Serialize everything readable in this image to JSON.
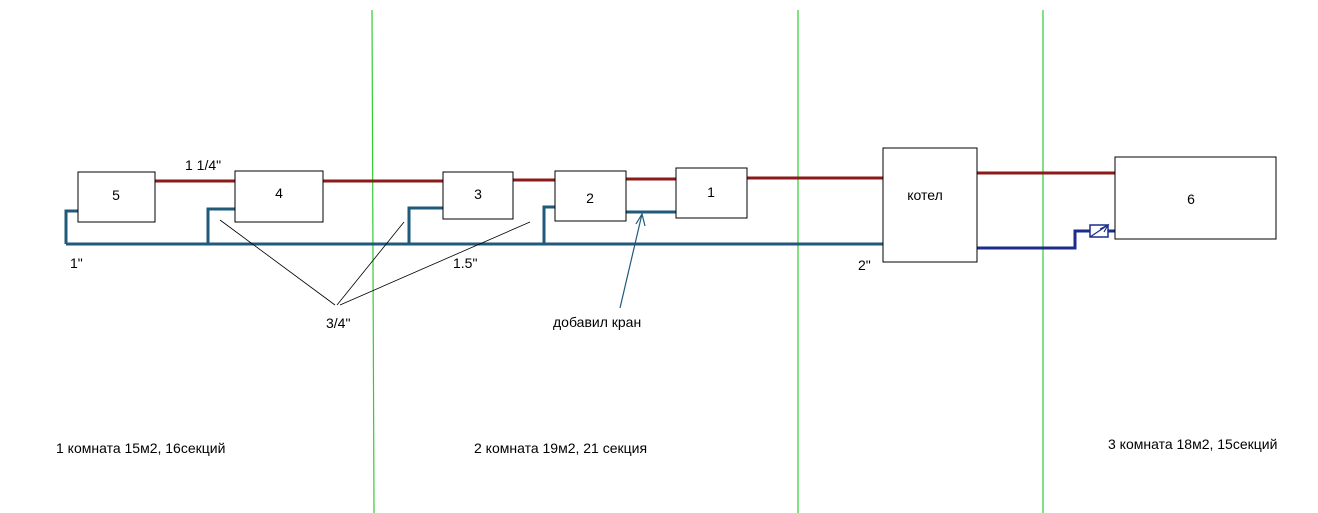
{
  "colors": {
    "supply_pipe": "#8b1a1a",
    "return_pipe": "#1f5a7a",
    "return_pipe_right": "#1c2e8a",
    "room_divider": "#33cc33",
    "box_border": "#000000",
    "leader_line": "#000000",
    "valve_arrow": "#1f5a7a"
  },
  "radiators": [
    {
      "id": "r5",
      "label": "5"
    },
    {
      "id": "r4",
      "label": "4"
    },
    {
      "id": "r3",
      "label": "3"
    },
    {
      "id": "r2",
      "label": "2"
    },
    {
      "id": "r1",
      "label": "1"
    },
    {
      "id": "r6",
      "label": "6"
    }
  ],
  "boiler": {
    "label": "котел"
  },
  "pipe_labels": {
    "supply_main": "1 1/4\"",
    "return_left": "1\"",
    "return_middle": "1.5\"",
    "boiler_return": "2\"",
    "branch": "3/4\""
  },
  "annotation": {
    "valve_note": "добавил кран"
  },
  "rooms": [
    {
      "label": "1 комната 15м2, 16секций"
    },
    {
      "label": "2 комната 19м2, 21 секция"
    },
    {
      "label": "3 комната 18м2, 15секций"
    }
  ]
}
